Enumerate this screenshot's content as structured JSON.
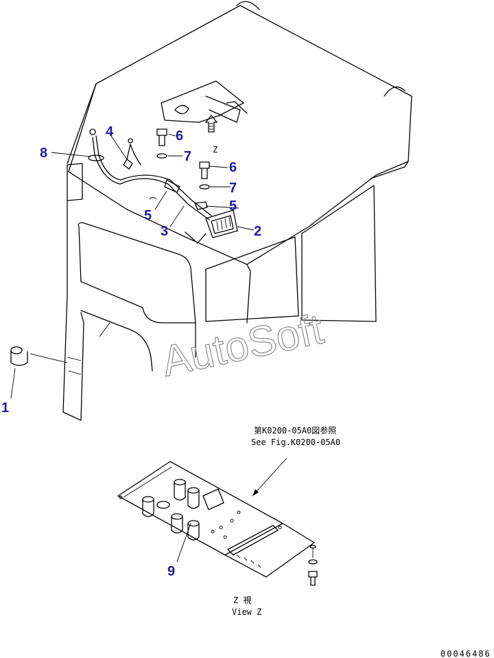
{
  "callouts": {
    "c1": "1",
    "c2": "2",
    "c3": "3",
    "c4": "4",
    "c5a": "5",
    "c5b": "5",
    "c6a": "6",
    "c6b": "6",
    "c7a": "7",
    "c7b": "7",
    "c8": "8",
    "c9": "9"
  },
  "view_marker": "Z",
  "reference_note": {
    "line1": "第K0200-05A0図参照",
    "line2": "See Fig.K0200-05A0"
  },
  "view_caption": {
    "line1": "Z 視",
    "line2": "View Z"
  },
  "watermark": "AutoSoft",
  "drawing_number": "00046486",
  "colors": {
    "callout": "#1a1aa6",
    "line": "#000000",
    "watermark": "#8a8a8a"
  }
}
